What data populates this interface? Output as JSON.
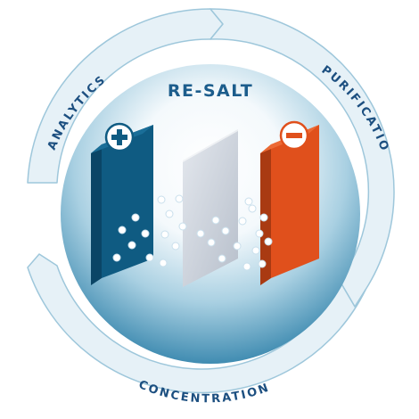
{
  "title": "RE-SALT",
  "cycle_labels": {
    "top_left": "ANALYTICS",
    "top_right": "PURIFICATION",
    "bottom": "CONCENTRATION"
  },
  "electrodes": {
    "positive": {
      "symbol": "+",
      "color": "#0f5b82"
    },
    "negative": {
      "symbol": "−",
      "color": "#e0501c"
    }
  },
  "membrane_color": "#c3cad6",
  "colors": {
    "ring_fill": "#e6f1f7",
    "ring_stroke": "#9ec7db",
    "label_text": "#1c4f80",
    "title_text": "#1c5d8c",
    "disc_center": "#ffffff",
    "disc_edge": "#2c7fa8"
  },
  "icons": {
    "positive": "plus-icon",
    "negative": "minus-icon"
  }
}
